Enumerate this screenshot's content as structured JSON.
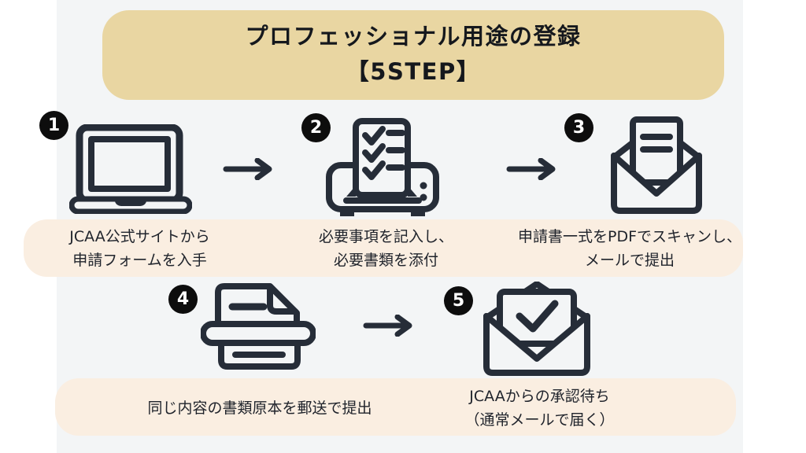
{
  "title": {
    "line1": "プロフェッショナル用途の登録",
    "line2": "【5STEP】"
  },
  "steps": [
    {
      "number": "1",
      "icon": "laptop-icon",
      "caption_line1": "JCAA公式サイトから",
      "caption_line2": "申請フォームを入手"
    },
    {
      "number": "2",
      "icon": "printer-checklist-icon",
      "caption_line1": "必要事項を記入し、",
      "caption_line2": "必要書類を添付"
    },
    {
      "number": "3",
      "icon": "envelope-document-icon",
      "caption_line1": "申請書一式をPDFでスキャンし、",
      "caption_line2": "メールで提出"
    },
    {
      "number": "4",
      "icon": "printer-icon",
      "caption_line1": "同じ内容の書類原本を郵送で提出",
      "caption_line2": ""
    },
    {
      "number": "5",
      "icon": "envelope-check-icon",
      "caption_line1": "JCAAからの承認待ち",
      "caption_line2": "（通常メールで届く）"
    }
  ],
  "arrows": [
    {
      "icon": "arrow-right-icon"
    },
    {
      "icon": "arrow-right-icon"
    },
    {
      "icon": "arrow-right-icon"
    }
  ],
  "colors": {
    "ink": "#262d38",
    "panel": "#f3f5f6",
    "banner": "#e9d6a2",
    "band": "#faeee1",
    "badge": "#0d0d0d",
    "badge-number": "#ffffff",
    "page": "#ffffff",
    "title-text": "#15181d",
    "caption-text": "#20242c"
  }
}
